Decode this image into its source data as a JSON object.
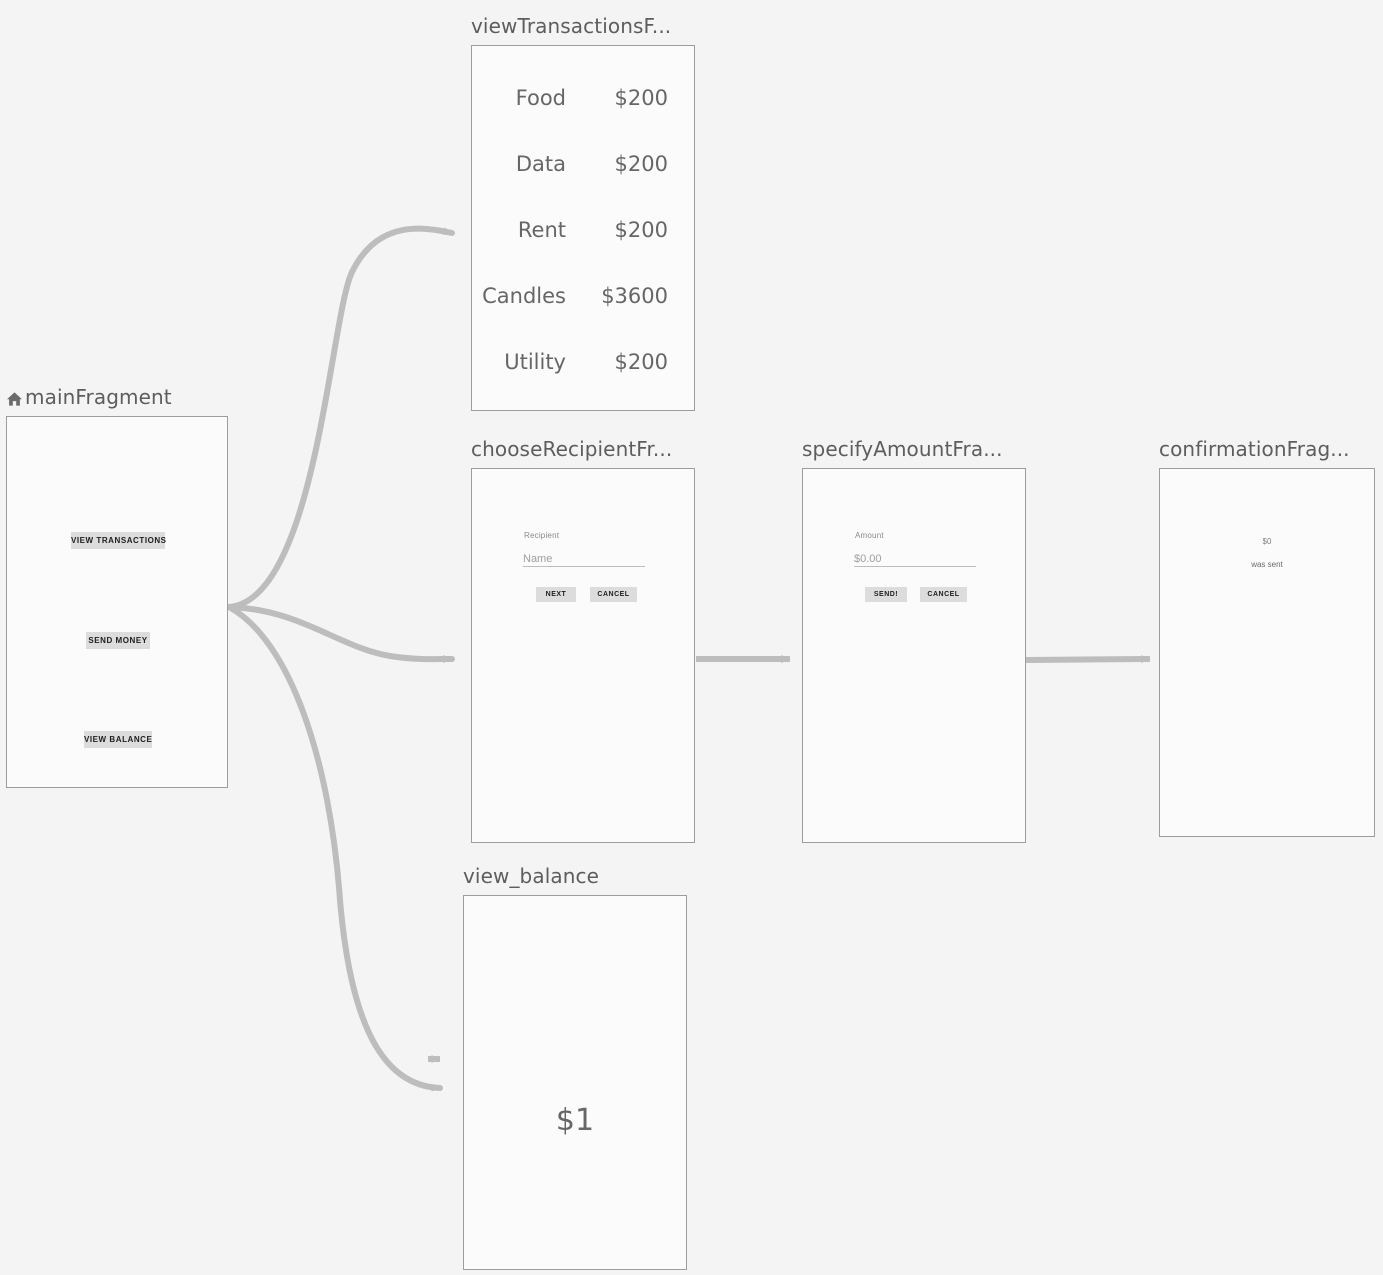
{
  "canvas": {
    "background_color": "#f4f4f4",
    "edge_color": "#bdbdbd",
    "frame_border_color": "#9d9d9d",
    "frame_fill_color": "#fbfbfb",
    "title_color": "#5d5d5d",
    "button_fill_color": "#dcdcdc"
  },
  "nodes": {
    "main_fragment": {
      "title": "mainFragment",
      "icon": "home-icon",
      "is_start_destination": true,
      "buttons": [
        {
          "label": "VIEW TRANSACTIONS"
        },
        {
          "label": "SEND MONEY"
        },
        {
          "label": "VIEW BALANCE"
        }
      ]
    },
    "view_transactions_fragment": {
      "title": "viewTransactionsF...",
      "full_title": "viewTransactionsFragment",
      "transactions": [
        {
          "label": "Food",
          "amount": "$200"
        },
        {
          "label": "Data",
          "amount": "$200"
        },
        {
          "label": "Rent",
          "amount": "$200"
        },
        {
          "label": "Candles",
          "amount": "$3600"
        },
        {
          "label": "Utility",
          "amount": "$200"
        }
      ]
    },
    "choose_recipient_fragment": {
      "title": "chooseRecipientFr...",
      "full_title": "chooseRecipientFragment",
      "field_label": "Recipient",
      "field_placeholder": "Name",
      "field_value": "",
      "primary_button": "NEXT",
      "secondary_button": "CANCEL"
    },
    "specify_amount_fragment": {
      "title": "specifyAmountFra...",
      "full_title": "specifyAmountFragment",
      "field_label": "Amount",
      "field_placeholder": "$0.00",
      "field_value": "",
      "primary_button": "SEND!",
      "secondary_button": "CANCEL"
    },
    "confirmation_fragment": {
      "title": "confirmationFrag...",
      "full_title": "confirmationFragment",
      "amount": "$0",
      "note": "was sent"
    },
    "view_balance_fragment": {
      "title": "view_balance",
      "balance": "$1"
    }
  }
}
